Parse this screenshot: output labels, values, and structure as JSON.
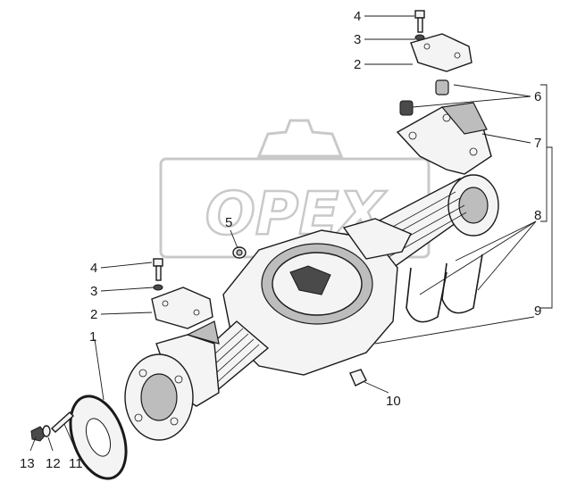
{
  "watermark": {
    "text": "OPEX"
  },
  "callouts": [
    {
      "id": "c4-top",
      "text": "4"
    },
    {
      "id": "c3-top",
      "text": "3"
    },
    {
      "id": "c2-top",
      "text": "2"
    },
    {
      "id": "c6",
      "text": "6"
    },
    {
      "id": "c7",
      "text": "7"
    },
    {
      "id": "c5",
      "text": "5"
    },
    {
      "id": "c8",
      "text": "8"
    },
    {
      "id": "c4-left",
      "text": "4"
    },
    {
      "id": "c3-left",
      "text": "3"
    },
    {
      "id": "c2-left",
      "text": "2"
    },
    {
      "id": "c9",
      "text": "9"
    },
    {
      "id": "c1",
      "text": "1"
    },
    {
      "id": "c10",
      "text": "10"
    },
    {
      "id": "c13",
      "text": "13"
    },
    {
      "id": "c12",
      "text": "12"
    },
    {
      "id": "c11",
      "text": "11"
    }
  ]
}
